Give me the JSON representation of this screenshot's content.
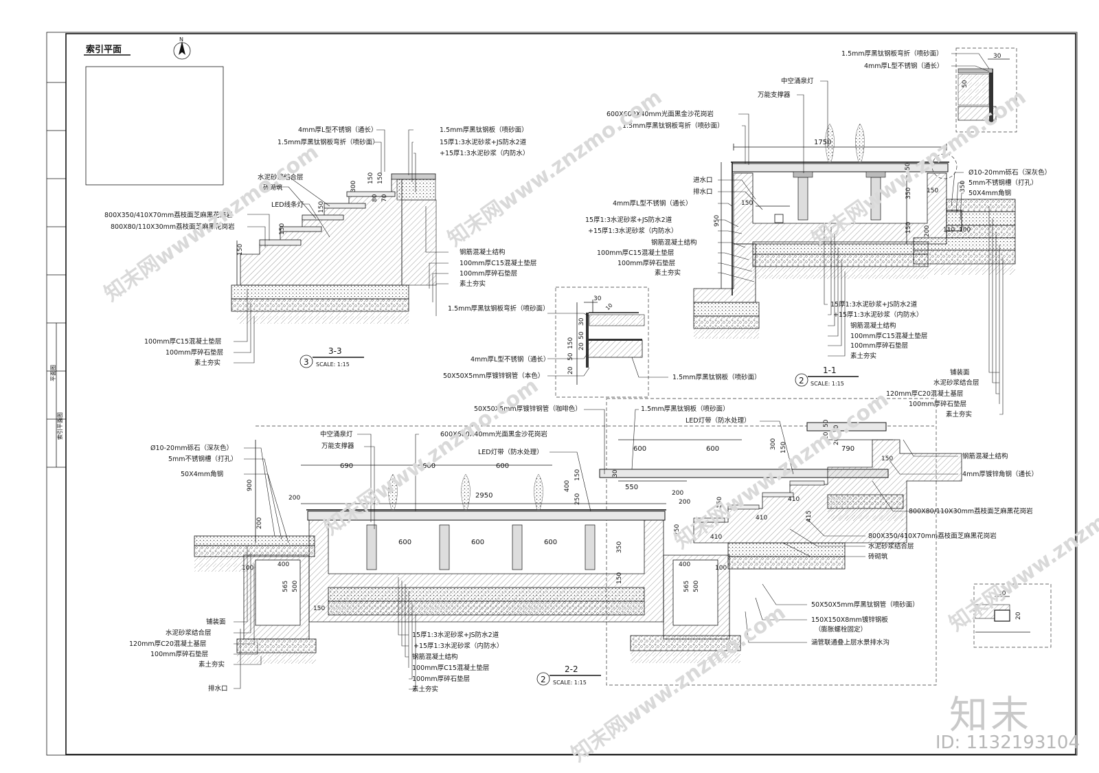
{
  "index_plan": {
    "title": "索引平面",
    "north": "N"
  },
  "title_block": {
    "vertical_labels": [
      "平面图",
      "索引平面图"
    ]
  },
  "section_33": {
    "title": "3-3",
    "number": "3",
    "scale": "SCALE:  1:15",
    "labels_top_left": [
      "4mm厚L型不锈钢（通长）",
      "1.5mm厚黑钛钢板弯折（喷砂面）",
      "水泥砂浆结合层",
      "砖砌筑",
      "LED线条灯",
      "800X350/410X70mm荔枝面芝麻黑花岗岩",
      "800X80/110X30mm荔枝面芝麻黑花岗岩"
    ],
    "labels_top_right": [
      "1.5mm厚黑钛钢板（喷砂面）",
      "15厚1:3水泥砂浆+JS防水2道",
      "+15厚1:3水泥砂浆（内防水）"
    ],
    "labels_right": [
      "钢筋混凝土结构",
      "100mm厚C15混凝土垫层",
      "100mm厚碎石垫层",
      "素土夯实"
    ],
    "labels_bottom": [
      "100mm厚C15混凝土垫层",
      "100mm厚碎石垫层",
      "素土夯实"
    ],
    "dims": [
      "300",
      "150",
      "150",
      "150",
      "150",
      "150",
      "80",
      "70"
    ]
  },
  "detail_a": {
    "labels": [
      "1.5mm厚黑钛钢板弯折（喷砂面）",
      "4mm厚L型不锈钢（通长）",
      "50X50X5mm厚镀锌钢管（本色）",
      "1.5mm厚黑钛钢板（喷砂面）"
    ],
    "dims": [
      "30",
      "10",
      "150",
      "30",
      "50",
      "20",
      "50",
      "20"
    ]
  },
  "section_11": {
    "title": "1-1",
    "number": "2",
    "scale": "SCALE:  1:15",
    "labels_top": [
      "中空涌泉灯",
      "万能支撑器",
      "600X600X40mm光面黑金沙花岗岩",
      "1.5mm厚黑钛钢板弯折（喷砂面）"
    ],
    "labels_left": [
      "进水口",
      "排水口",
      "4mm厚L型不锈钢（通长）",
      "15厚1:3水泥砂浆+JS防水2道",
      "+15厚1:3水泥砂浆（内防水）",
      "钢筋混凝土结构",
      "100mm厚C15混凝土垫层",
      "100mm厚碎石垫层",
      "素土夯实"
    ],
    "labels_right": [
      "Ø10-20mm砾石（深灰色）",
      "5mm不锈钢槽（打孔）",
      "50X4mm角钢"
    ],
    "labels_bottom": [
      "15厚1:3水泥砂浆+JS防水2道",
      "+15厚1:3水泥砂浆（内防水）",
      "钢筋混凝土结构",
      "100mm厚C15混凝土垫层",
      "100mm厚碎石垫层",
      "素土夯实",
      "铺装面",
      "水泥砂浆结合层",
      "120mm厚C20混凝土基层",
      "100mm厚碎石垫层",
      "素土夯实"
    ],
    "dims": [
      "1750",
      "350",
      "950",
      "150",
      "150",
      "200",
      "110",
      "100",
      "150",
      "350",
      "50"
    ]
  },
  "detail_b": {
    "labels": [
      "1.5mm厚黑钛钢板弯折（喷砂面）",
      "4mm厚L型不锈钢（通长）"
    ],
    "dims": [
      "30",
      "50"
    ]
  },
  "section_22": {
    "title": "2-2",
    "number": "2",
    "scale": "SCALE:  1:15",
    "labels_top": [
      "50X50X5mm厚镀锌钢管（咖啡色）",
      "1.5mm厚黑钛钢板（喷砂面）",
      "LED灯带（防水处理）",
      "中空涌泉灯",
      "万能支撑器",
      "600X600X40mm光面黑金沙花岗岩",
      "LED灯带（防水处理）"
    ],
    "labels_left": [
      "Ø10-20mm砾石（深灰色）",
      "5mm不锈钢槽（打孔）",
      "50X4mm角钢"
    ],
    "labels_left_bottom": [
      "铺装面",
      "水泥砂浆结合层",
      "120mm厚C20混凝土基层",
      "100mm厚碎石垫层",
      "素土夯实",
      "排水口"
    ],
    "labels_bottom": [
      "15厚1:3水泥砂浆+JS防水2道",
      "+15厚1:3水泥砂浆（内防水）",
      "钢筋混凝土结构",
      "100mm厚C15混凝土垫层",
      "100mm厚碎石垫层",
      "素土夯实"
    ],
    "labels_right": [
      "钢筋混凝土结构",
      "4mm厚镀锌角钢（通长）",
      "800X80/110X30mm荔枝面芝麻黑花岗岩",
      "800X350/410X70mm荔枝面芝麻黑花岗岩",
      "水泥砂浆结合层",
      "砖砌筑",
      "50X50X5mm厚黑钛钢管（喷砂面）",
      "150X150X8mm镀锌钢板",
      "（膨胀螺栓固定）",
      "涵管联通叠上层水景排水沟"
    ],
    "dims": [
      "690",
      "600",
      "600",
      "2950",
      "600",
      "600",
      "600",
      "900",
      "200",
      "400",
      "565",
      "500",
      "200",
      "400",
      "565",
      "500",
      "350",
      "150",
      "100",
      "100",
      "150",
      "600",
      "600",
      "550",
      "790",
      "400",
      "150",
      "250",
      "300",
      "150",
      "410",
      "410",
      "410",
      "415",
      "150",
      "200",
      "250",
      "150",
      "50",
      "20",
      "30",
      "20",
      "30",
      "200"
    ]
  },
  "detail_c": {
    "dims": [
      "30",
      "20"
    ]
  },
  "watermarks": [
    "知末网www.znzmo.com"
  ],
  "brand": "知末",
  "image_id": "ID: 1132193104"
}
